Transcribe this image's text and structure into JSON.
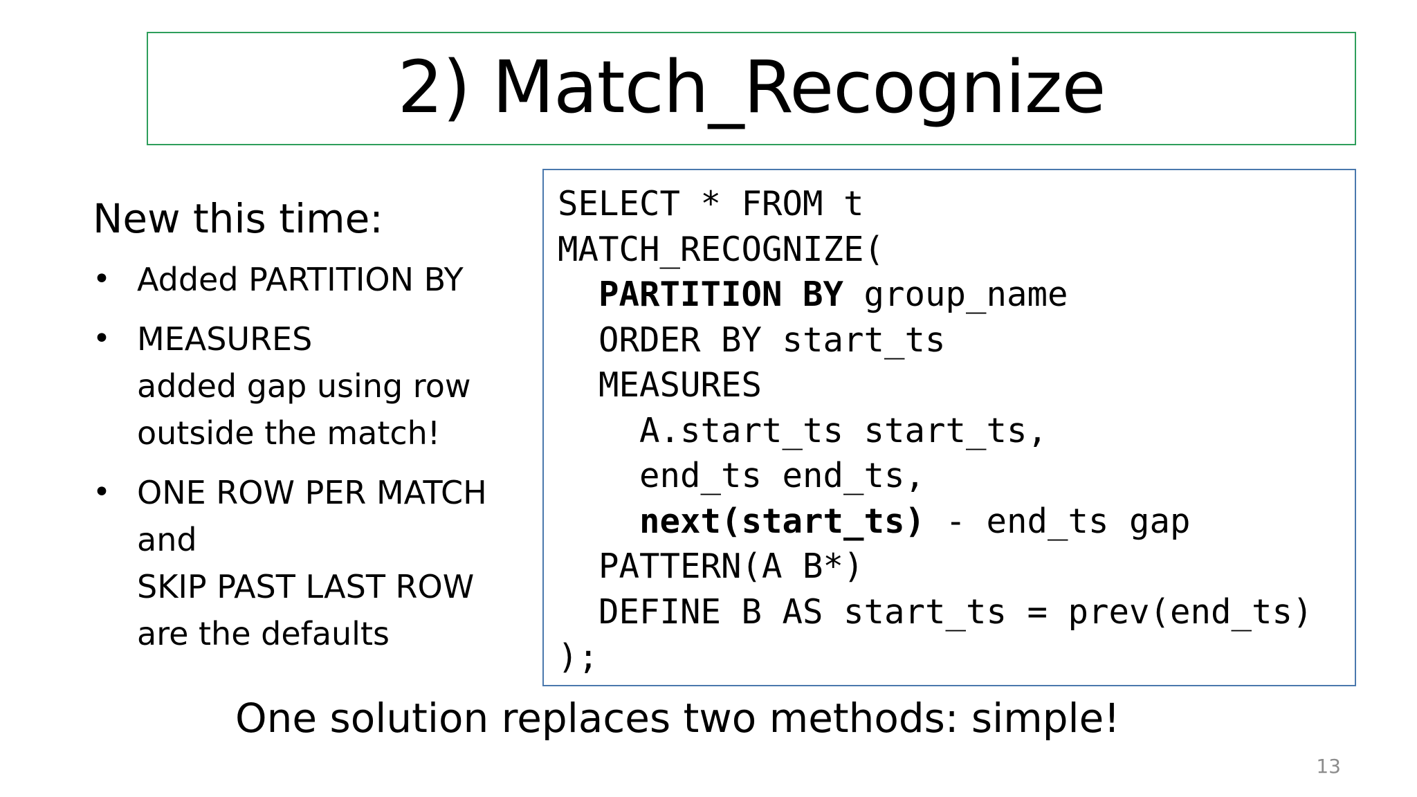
{
  "slide": {
    "title": "2) Match_Recognize",
    "left": {
      "heading": "New this time:",
      "bullets": [
        {
          "lines": [
            "Added PARTITION BY"
          ]
        },
        {
          "lines": [
            "MEASURES",
            "added gap using row",
            "outside the match!"
          ]
        },
        {
          "lines": [
            "ONE ROW PER MATCH",
            "and",
            "SKIP PAST LAST ROW",
            "are the defaults"
          ]
        }
      ]
    },
    "code": {
      "lines": [
        {
          "segments": [
            {
              "text": "SELECT * FROM t",
              "bold": false
            }
          ]
        },
        {
          "segments": [
            {
              "text": "MATCH_RECOGNIZE(",
              "bold": false
            }
          ]
        },
        {
          "segments": [
            {
              "text": "  ",
              "bold": false
            },
            {
              "text": "PARTITION BY",
              "bold": true
            },
            {
              "text": " group_name",
              "bold": false
            }
          ]
        },
        {
          "segments": [
            {
              "text": "  ORDER BY start_ts",
              "bold": false
            }
          ]
        },
        {
          "segments": [
            {
              "text": "  MEASURES",
              "bold": false
            }
          ]
        },
        {
          "segments": [
            {
              "text": "    A.start_ts start_ts,",
              "bold": false
            }
          ]
        },
        {
          "segments": [
            {
              "text": "    end_ts end_ts,",
              "bold": false
            }
          ]
        },
        {
          "segments": [
            {
              "text": "    ",
              "bold": false
            },
            {
              "text": "next(start_ts)",
              "bold": true
            },
            {
              "text": " - end_ts gap",
              "bold": false
            }
          ]
        },
        {
          "segments": [
            {
              "text": "  PATTERN(A B*)",
              "bold": false
            }
          ]
        },
        {
          "segments": [
            {
              "text": "  DEFINE B AS start_ts = prev(end_ts)",
              "bold": false
            }
          ]
        },
        {
          "segments": [
            {
              "text": ");",
              "bold": false
            }
          ]
        }
      ]
    },
    "summary": "One solution replaces two methods: simple!",
    "page_number": "13",
    "colors": {
      "title_border": "#2e9e5b",
      "code_border": "#4a78ad",
      "page_number": "#8c8c8c"
    }
  }
}
